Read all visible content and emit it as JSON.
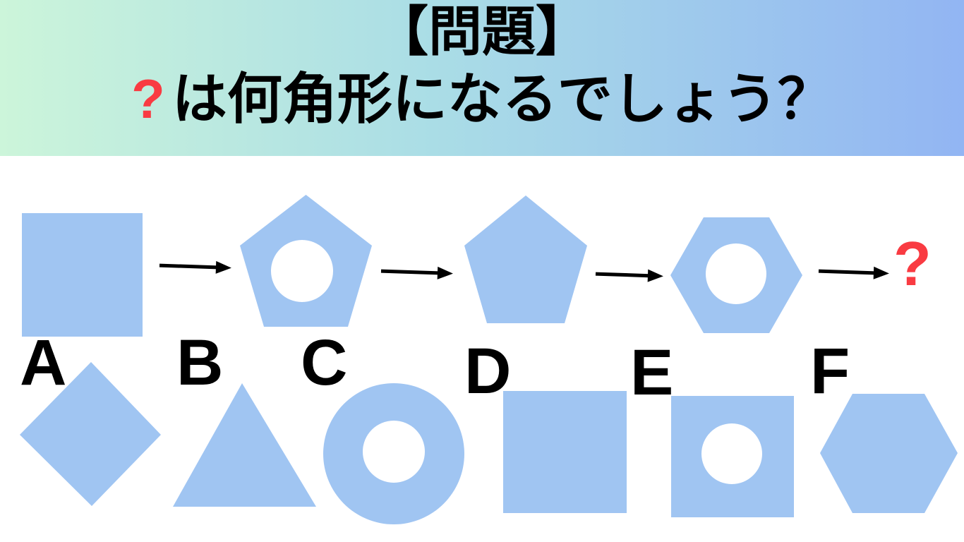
{
  "header": {
    "title": "【問題】",
    "question_prefix": "?",
    "question_text": "は何角形になるでしょう？",
    "gradient_left": "#ccf5da",
    "gradient_right": "#92b5f3"
  },
  "sequence": {
    "description": "shape progression puzzle",
    "shapes": [
      {
        "name": "square",
        "sides": 4,
        "hole": false
      },
      {
        "name": "pentagon-with-hole",
        "sides": 5,
        "hole": true
      },
      {
        "name": "pentagon",
        "sides": 5,
        "hole": false
      },
      {
        "name": "hexagon-with-hole",
        "sides": 6,
        "hole": true
      }
    ],
    "unknown_label": "?"
  },
  "options": [
    {
      "label": "A",
      "shape": "diamond"
    },
    {
      "label": "B",
      "shape": "triangle"
    },
    {
      "label": "C",
      "shape": "ring"
    },
    {
      "label": "D",
      "shape": "square"
    },
    {
      "label": "E",
      "shape": "square-with-hole"
    },
    {
      "label": "F",
      "shape": "hexagon"
    }
  ],
  "colors": {
    "shape_fill": "#a0c5f2",
    "arrow": "#000000",
    "accent_red": "#f93b42",
    "text": "#000000"
  }
}
